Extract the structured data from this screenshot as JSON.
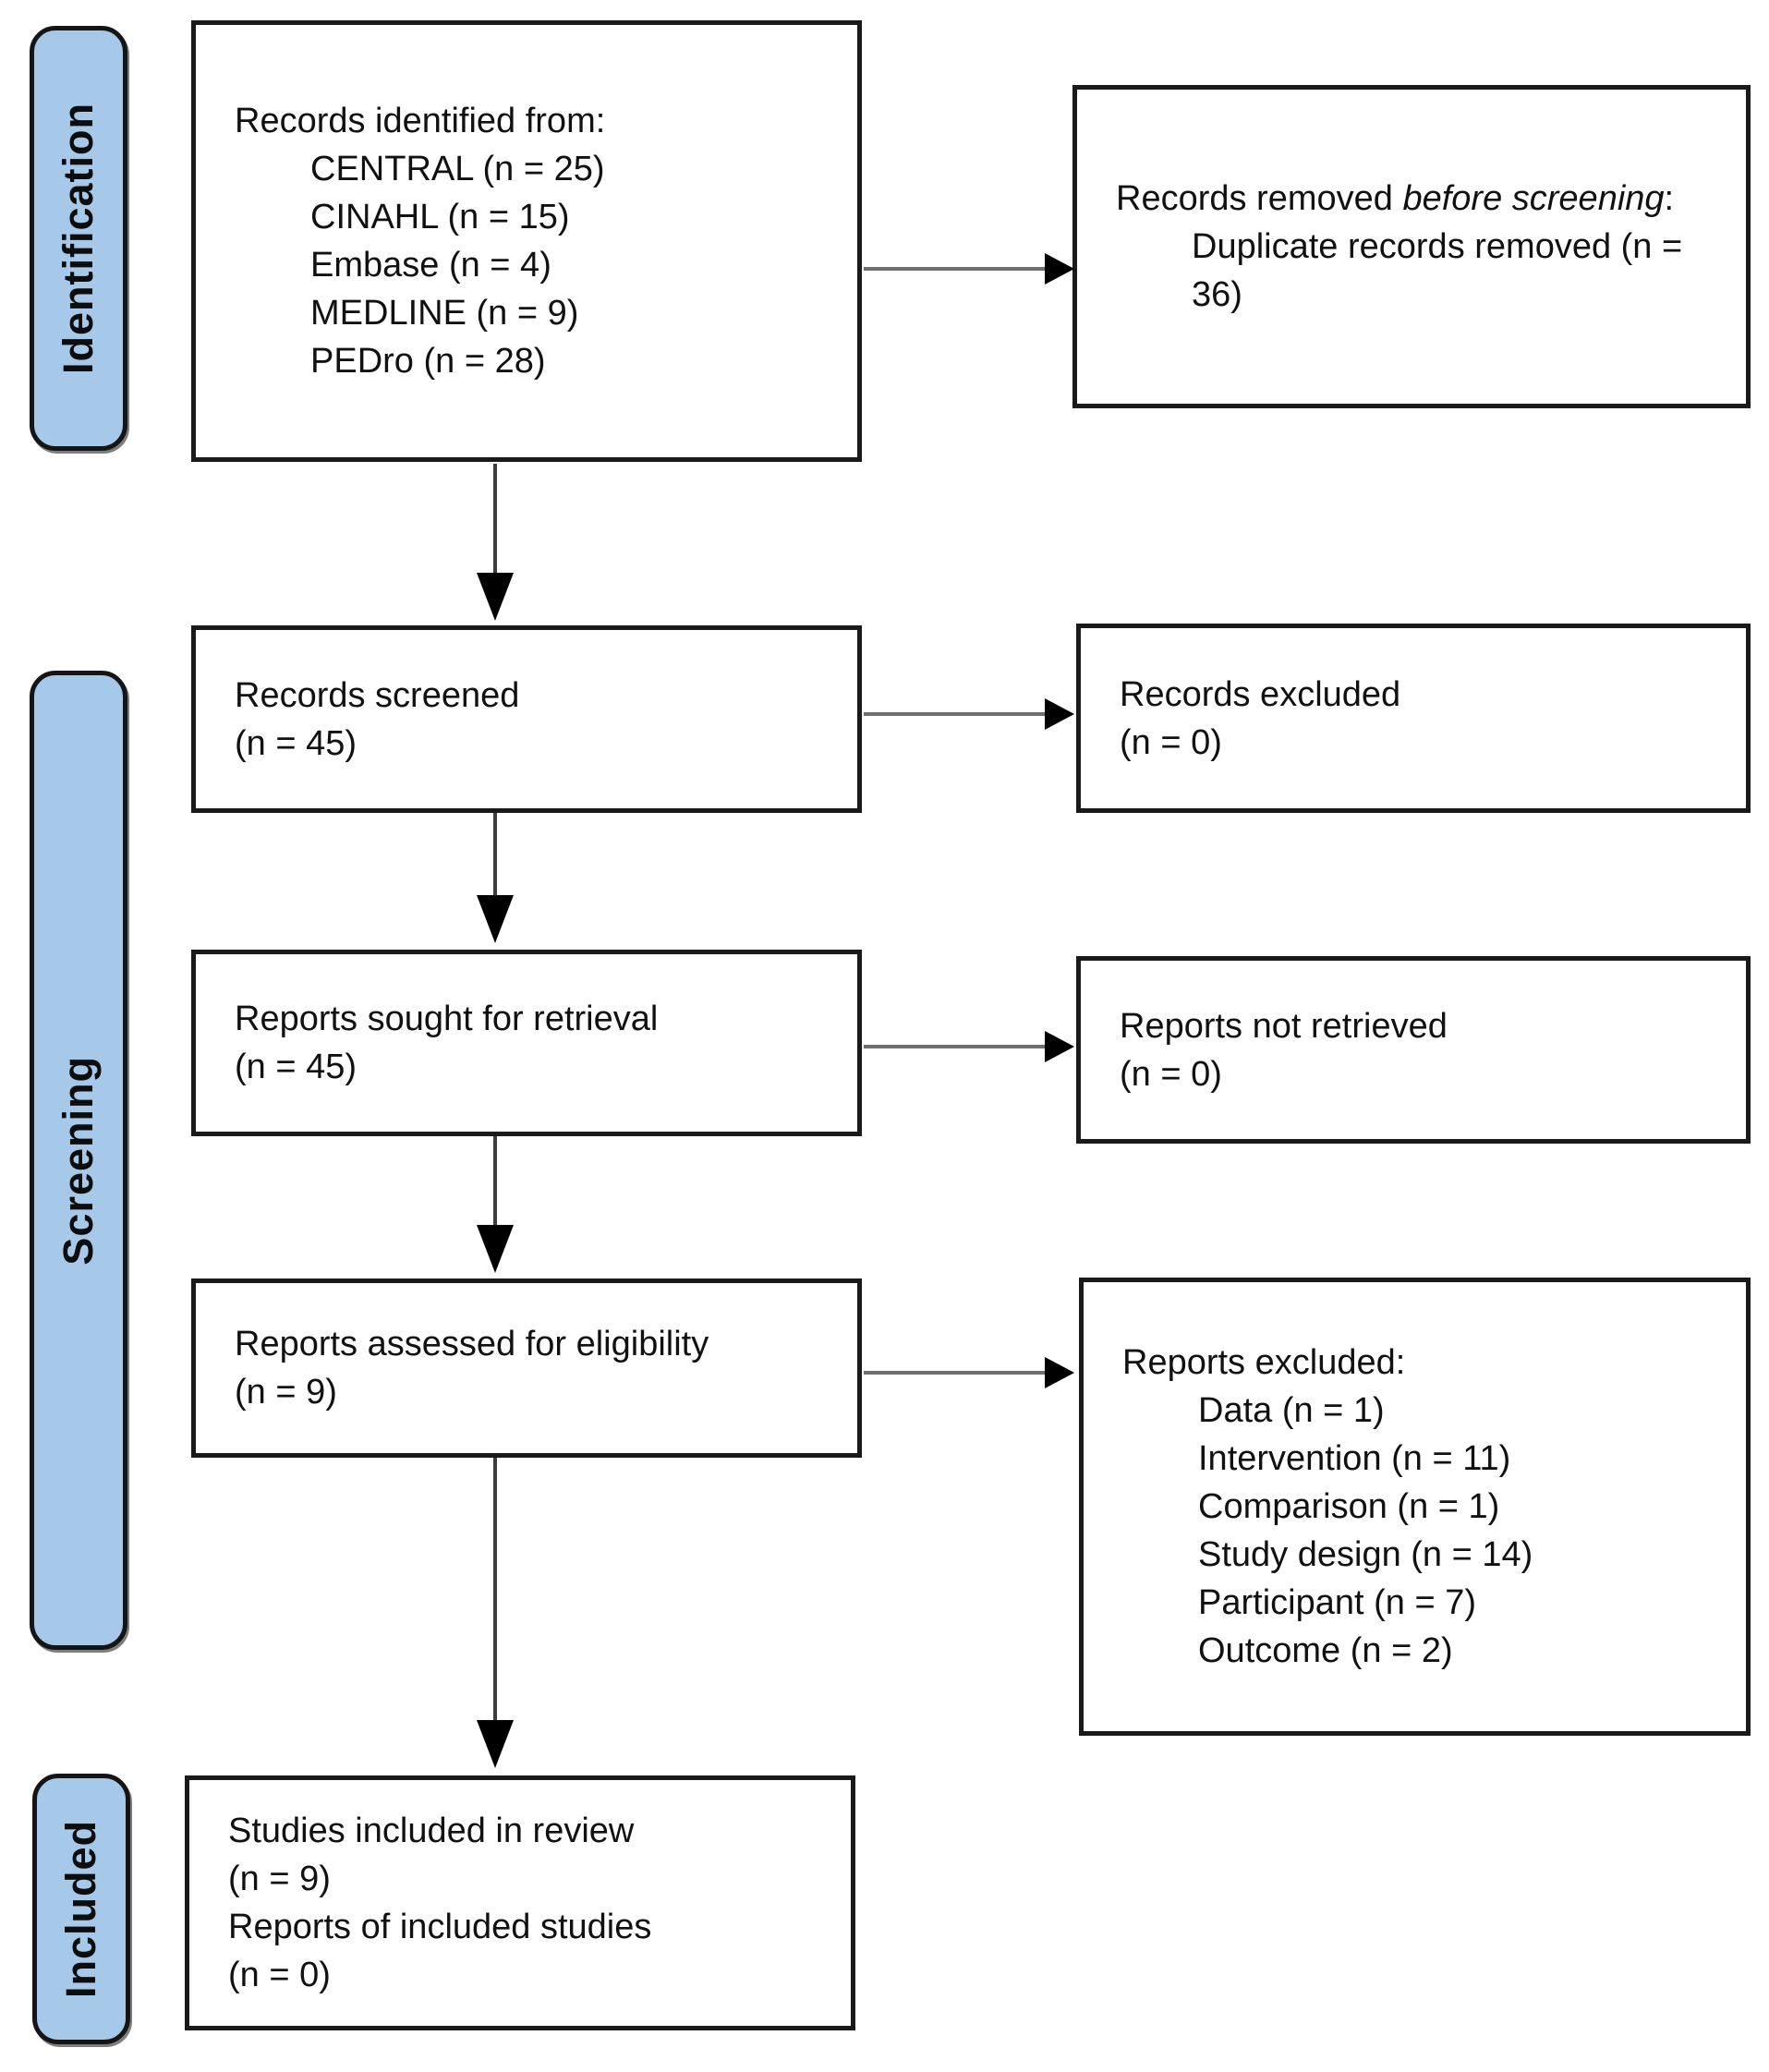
{
  "stages": [
    {
      "label": "Identification"
    },
    {
      "label": "Screening"
    },
    {
      "label": "Included"
    }
  ],
  "boxes": {
    "records_identified": {
      "title": "Records identified from:",
      "items": [
        "CENTRAL (n = 25)",
        "CINAHL (n = 15)",
        "Embase (n = 4)",
        "MEDLINE (n = 9)",
        "PEDro (n = 28)"
      ]
    },
    "records_removed": {
      "pre": "Records removed ",
      "italic": "before screening",
      "post": ":",
      "items": [
        "Duplicate records removed (n = 36)"
      ]
    },
    "records_screened": {
      "lines": [
        "Records screened",
        "(n = 45)"
      ]
    },
    "records_excluded": {
      "lines": [
        "Records excluded",
        "(n = 0)"
      ]
    },
    "reports_sought": {
      "lines": [
        "Reports sought for retrieval",
        "(n = 45)"
      ]
    },
    "reports_not_retrieved": {
      "lines": [
        "Reports not retrieved",
        "(n = 0)"
      ]
    },
    "reports_assessed": {
      "lines": [
        "Reports assessed for eligibility",
        "(n = 9)"
      ]
    },
    "reports_excluded": {
      "title": "Reports excluded:",
      "items": [
        "Data (n = 1)",
        "Intervention (n = 11)",
        "Comparison (n = 1)",
        "Study design (n = 14)",
        "Participant (n = 7)",
        "Outcome (n = 2)"
      ]
    },
    "studies_included": {
      "lines": [
        "Studies included in review",
        "(n = 9)",
        "Reports of included studies",
        "(n = 0)"
      ]
    }
  },
  "colors": {
    "stage_fill": "#a6c9e9",
    "stage_border": "#151515",
    "box_border": "#1a1a1a",
    "horizontal_arrow_line": "#6f6f6f",
    "vertical_arrow_line": "#3c3c3c",
    "arrow_head": "#000000"
  }
}
